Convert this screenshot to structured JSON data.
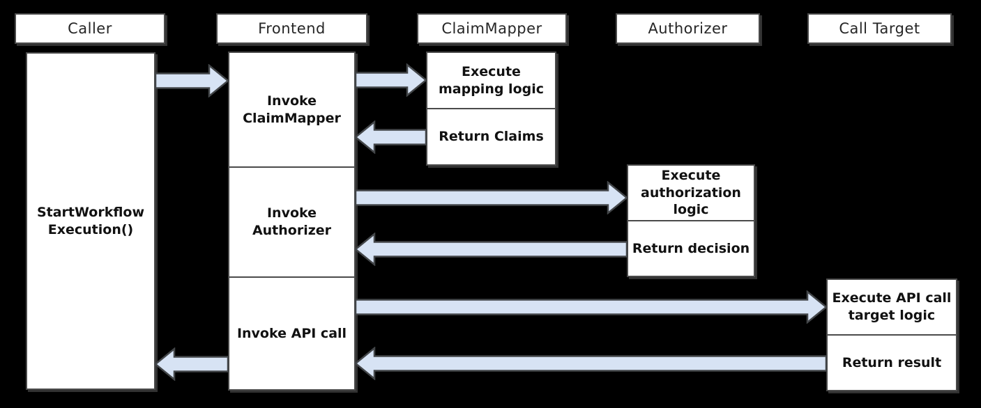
{
  "colors": {
    "background": "#000000",
    "box_fill": "#ffffff",
    "box_border": "#4a4a4a",
    "arrow_fill": "#d7e3f4",
    "arrow_stroke": "#434649",
    "text": "#111111"
  },
  "headers": {
    "caller": "Caller",
    "frontend": "Frontend",
    "claimmapper": "ClaimMapper",
    "authorizer": "Authorizer",
    "calltarget": "Call Target"
  },
  "caller": {
    "activation": "StartWorkflow\nExecution()"
  },
  "frontend": {
    "steps": [
      "Invoke\nClaimMapper",
      "Invoke\nAuthorizer",
      "Invoke API call"
    ]
  },
  "claimmapper": {
    "steps": [
      "Execute\nmapping logic",
      "Return Claims"
    ]
  },
  "authorizer": {
    "steps": [
      "Execute\nauthorization\nlogic",
      "Return decision"
    ]
  },
  "calltarget": {
    "steps": [
      "Execute API call\ntarget logic",
      "Return result"
    ]
  },
  "flows": [
    {
      "from": "Caller",
      "to": "Frontend",
      "direction": "right"
    },
    {
      "from": "Frontend",
      "to": "ClaimMapper",
      "direction": "right"
    },
    {
      "from": "ClaimMapper",
      "to": "Frontend",
      "direction": "left"
    },
    {
      "from": "Frontend",
      "to": "Authorizer",
      "direction": "right"
    },
    {
      "from": "Authorizer",
      "to": "Frontend",
      "direction": "left"
    },
    {
      "from": "Frontend",
      "to": "Call Target",
      "direction": "right"
    },
    {
      "from": "Call Target",
      "to": "Frontend",
      "direction": "left"
    },
    {
      "from": "Frontend",
      "to": "Caller",
      "direction": "left"
    }
  ]
}
